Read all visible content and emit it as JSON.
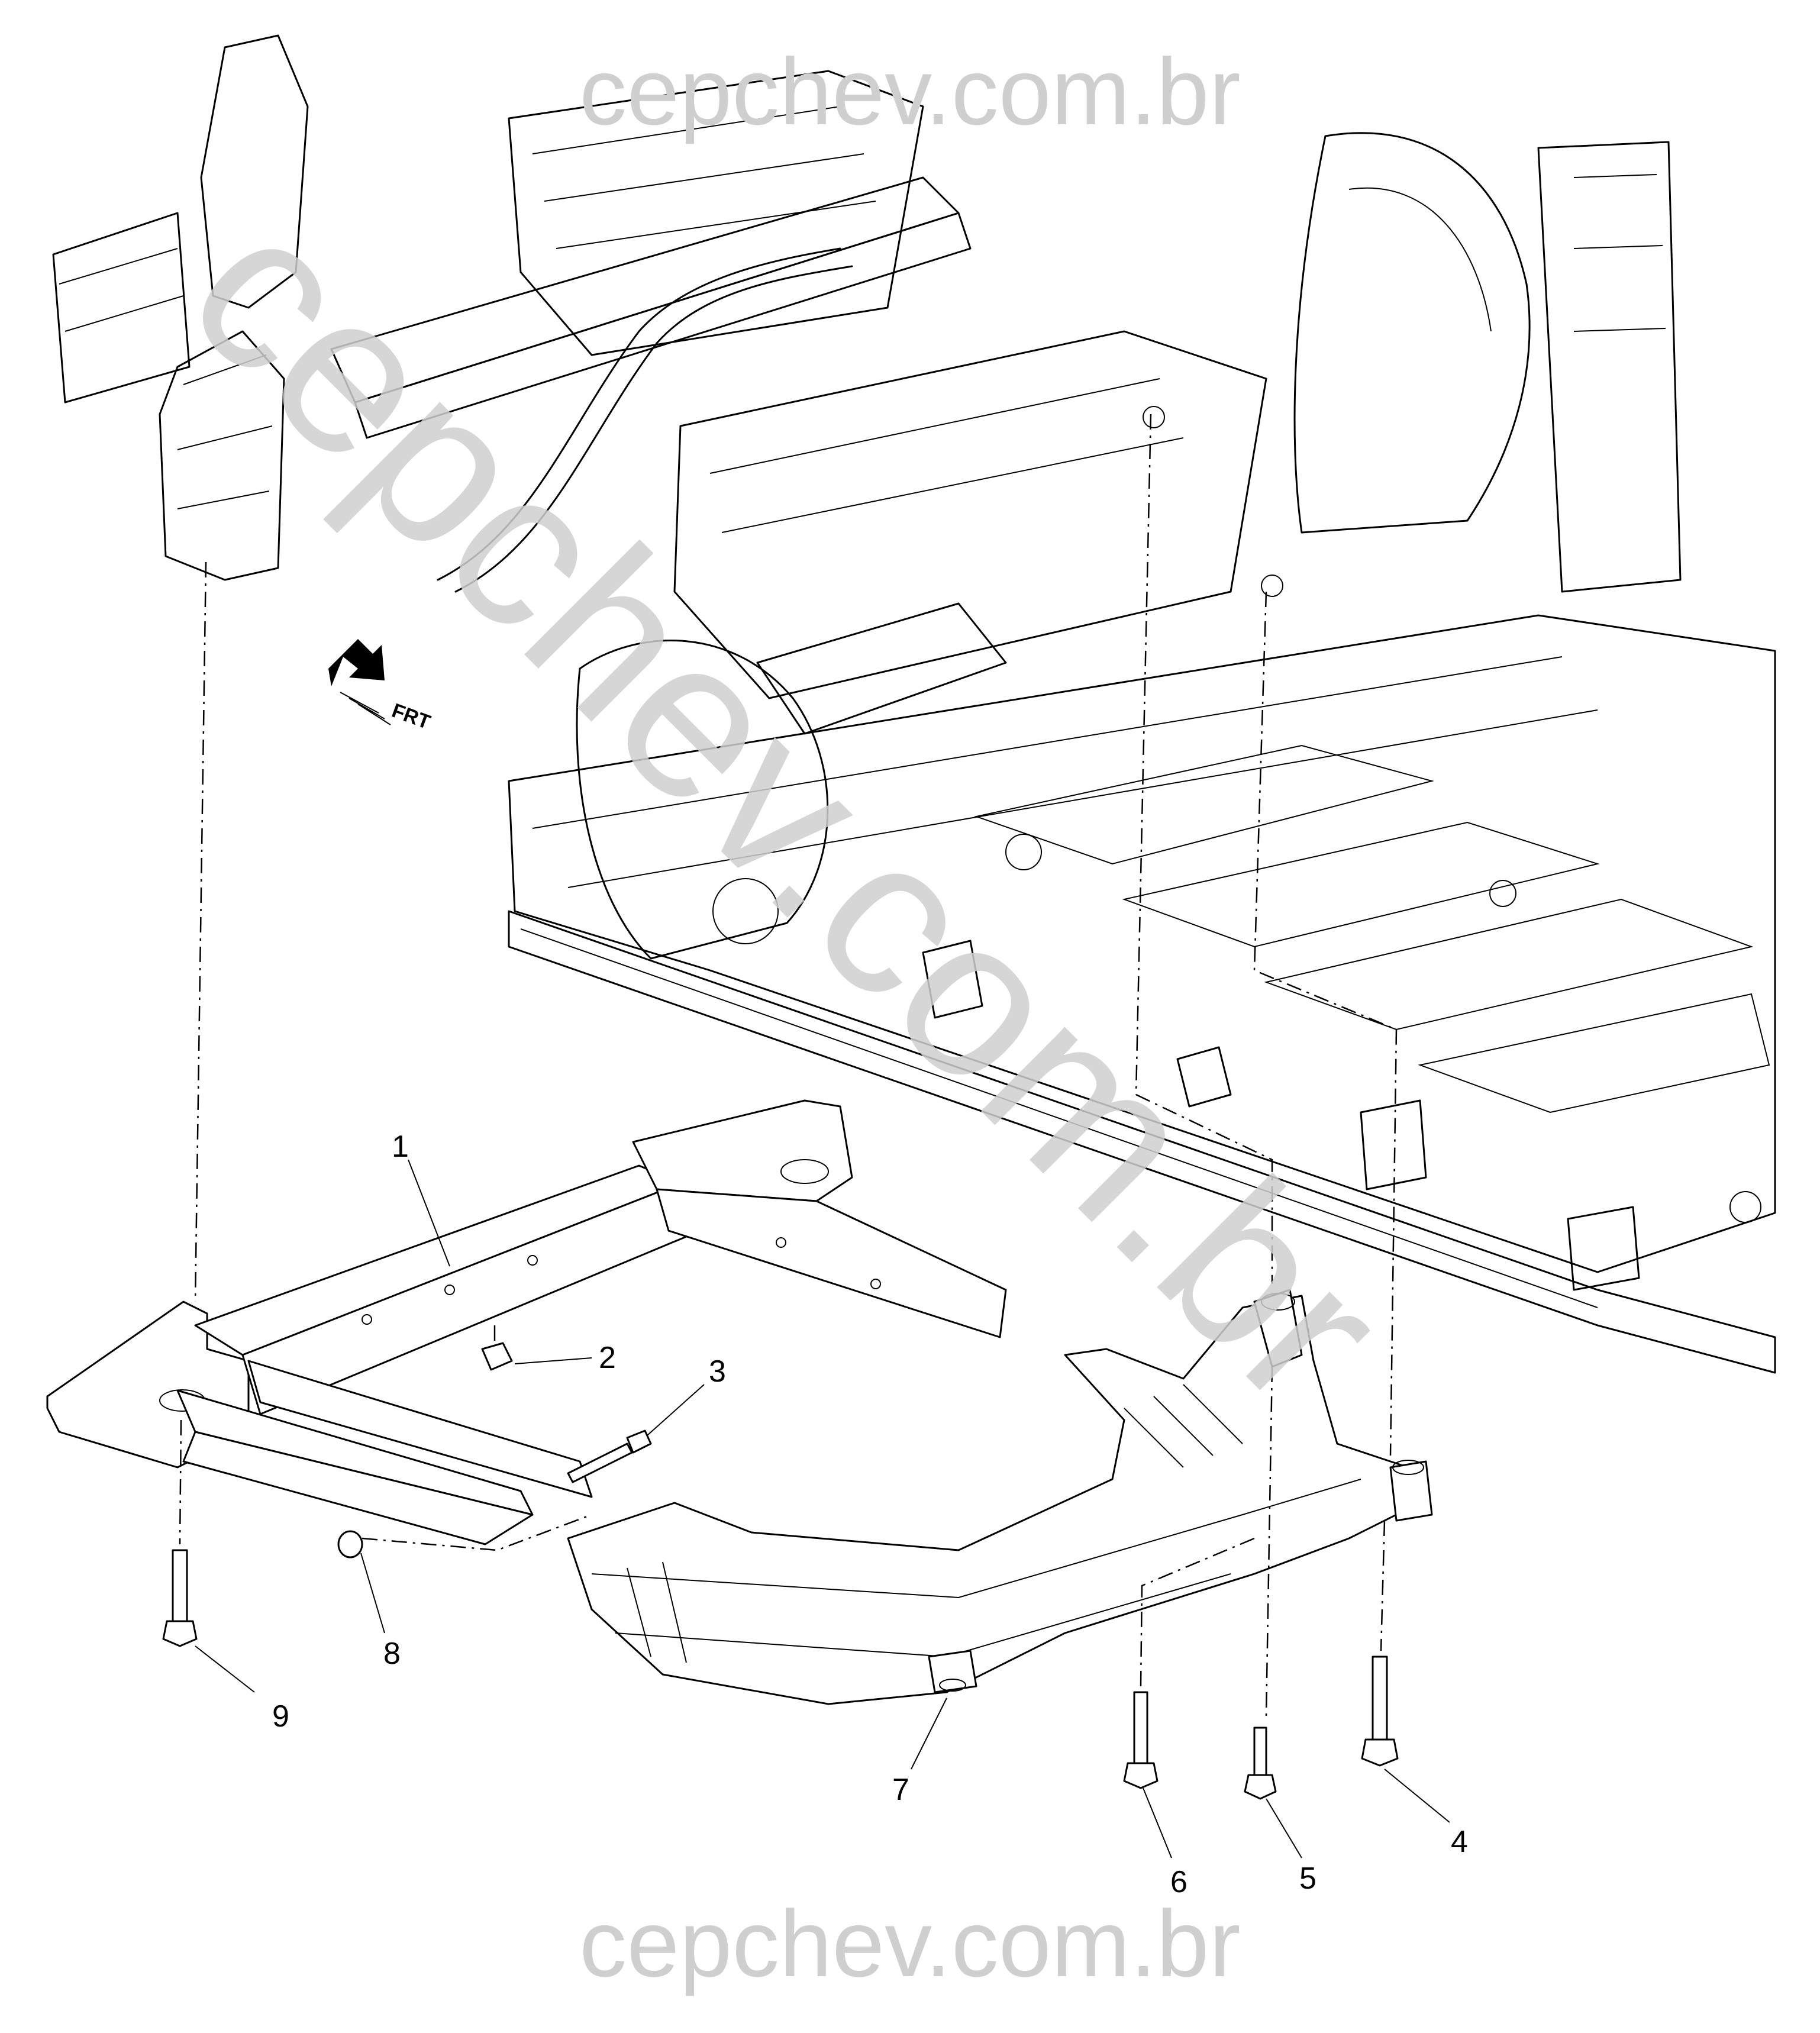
{
  "watermark": {
    "top": "cepchev.com.br",
    "bottom": "cepchev.com.br",
    "diagonal": "cepchev.com.br",
    "color": "#cfcfcf"
  },
  "front_arrow": {
    "label": "FRT",
    "icon": "front-direction-arrow-icon"
  },
  "callouts": [
    {
      "id": 1,
      "label": "1"
    },
    {
      "id": 2,
      "label": "2"
    },
    {
      "id": 3,
      "label": "3"
    },
    {
      "id": 4,
      "label": "4"
    },
    {
      "id": 5,
      "label": "5"
    },
    {
      "id": 6,
      "label": "6"
    },
    {
      "id": 7,
      "label": "7"
    },
    {
      "id": 8,
      "label": "8"
    },
    {
      "id": 9,
      "label": "9"
    }
  ]
}
